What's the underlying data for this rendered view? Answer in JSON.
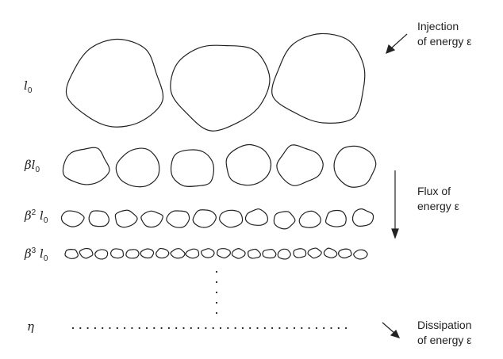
{
  "annotations": {
    "injection_line1": "Injection",
    "injection_line2": "of energy ε",
    "flux_line1": "Flux of",
    "flux_line2": "energy ε",
    "dissipation_line1": "Dissipation",
    "dissipation_line2": "of energy ε"
  },
  "scales": [
    {
      "symbol": "l",
      "sub": "0",
      "prefix": "",
      "power": ""
    },
    {
      "symbol": "l",
      "sub": "0",
      "prefix": "β",
      "power": ""
    },
    {
      "symbol": "l",
      "sub": "0",
      "prefix": "β",
      "power": "2"
    },
    {
      "symbol": "l",
      "sub": "0",
      "prefix": "β",
      "power": "3"
    },
    {
      "symbol": "η",
      "sub": "",
      "prefix": "",
      "power": ""
    }
  ],
  "diagram": {
    "eddy_rows": [
      3,
      6,
      12,
      20
    ],
    "stroke_color": "#222222"
  }
}
